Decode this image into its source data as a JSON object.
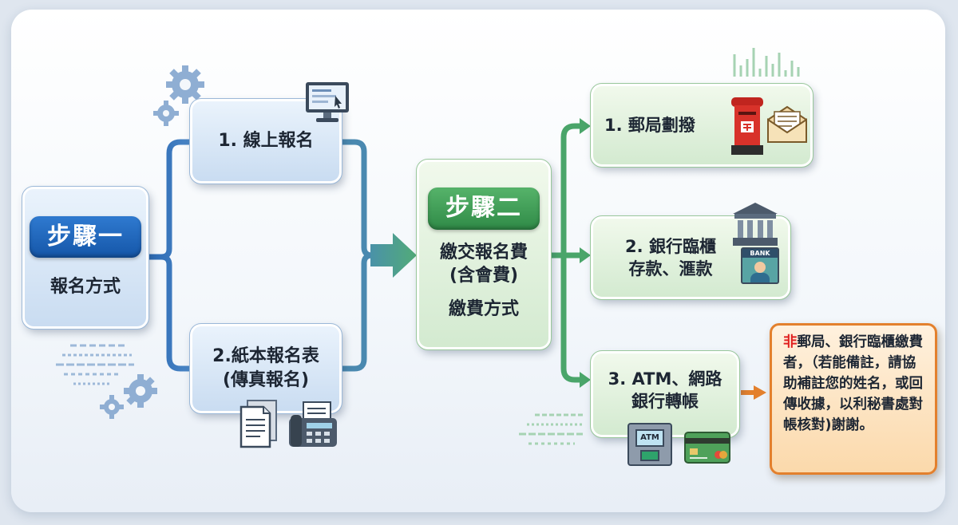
{
  "step1": {
    "badge": "步驟一",
    "subtitle": "報名方式"
  },
  "registration": [
    {
      "label": "1. 線上報名"
    },
    {
      "label_line1": "2.紙本報名表",
      "label_line2": "(傳真報名)"
    }
  ],
  "step2": {
    "badge": "步驟二",
    "line1": "繳交報名費",
    "line2": "(含會費)",
    "line3": "繳費方式"
  },
  "payment": [
    {
      "label": "1. 郵局劃撥"
    },
    {
      "label_line1": "2. 銀行臨櫃",
      "label_line2": "存款、滙款"
    },
    {
      "label_line1": "3. ATM、網路",
      "label_line2": "銀行轉帳"
    }
  ],
  "note": {
    "highlight": "非",
    "text": "郵局、銀行臨櫃繳費者，（若能備註，請協助補註您的姓名，或回傳收據，以利秘書處對帳核對)謝謝。"
  },
  "icon_labels": {
    "bank_sign": "BANK",
    "atm_sign": "ATM"
  },
  "colors": {
    "step1_badge": "#1f66bd",
    "step2_badge": "#3f9f57",
    "blue_arrow": "#2d6fb8",
    "green_arrow": "#4aa56a",
    "note_border": "#e3802d",
    "note_highlight": "#e02020"
  }
}
